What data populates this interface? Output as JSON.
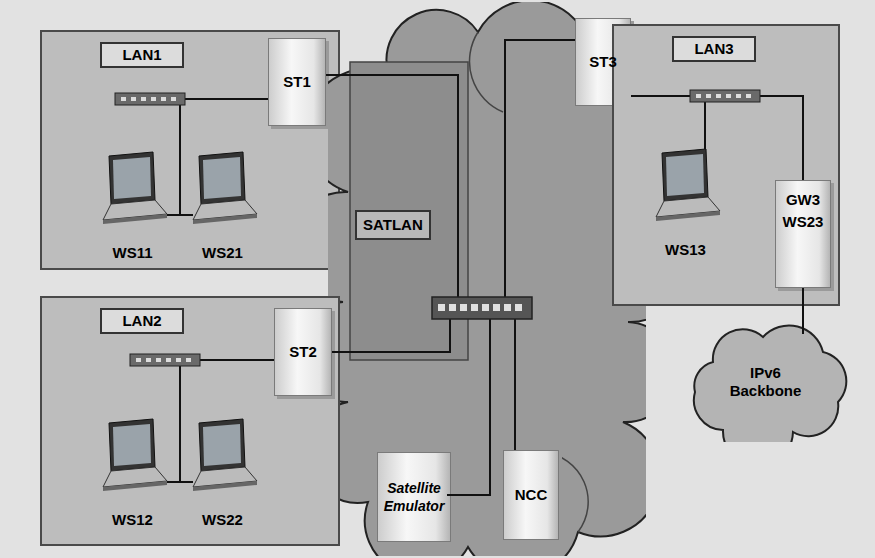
{
  "diagram": {
    "nodes": [
      {
        "text": [
          "LAN1"
        ]
      },
      {
        "text": [
          "WS11"
        ],
        "in": 0
      },
      {
        "text": [
          "WS21"
        ],
        "in": 0
      },
      {
        "text": [
          "ST1"
        ]
      },
      {
        "text": [
          "SATLAN"
        ]
      },
      {
        "text": [
          "Satellite Emulator"
        ],
        "in": 4
      },
      {
        "text": [
          "NCC"
        ],
        "in": 4
      },
      {
        "text": [
          "ST3"
        ]
      },
      {
        "text": [
          "LAN3"
        ]
      },
      {
        "text": [
          "WS13"
        ],
        "in": 8
      },
      {
        "text": [
          "GW3",
          "WS23"
        ],
        "in": 8
      },
      {
        "text": [
          "IPv6 Backbone"
        ]
      },
      {
        "text": [
          "LAN2"
        ]
      },
      {
        "text": [
          "WS12"
        ],
        "in": 12
      },
      {
        "text": [
          "WS22"
        ],
        "in": 12
      },
      {
        "text": [
          "ST2"
        ]
      }
    ],
    "edges": [
      {
        "from": 10,
        "to": 11,
        "arrow": "none"
      }
    ]
  }
}
